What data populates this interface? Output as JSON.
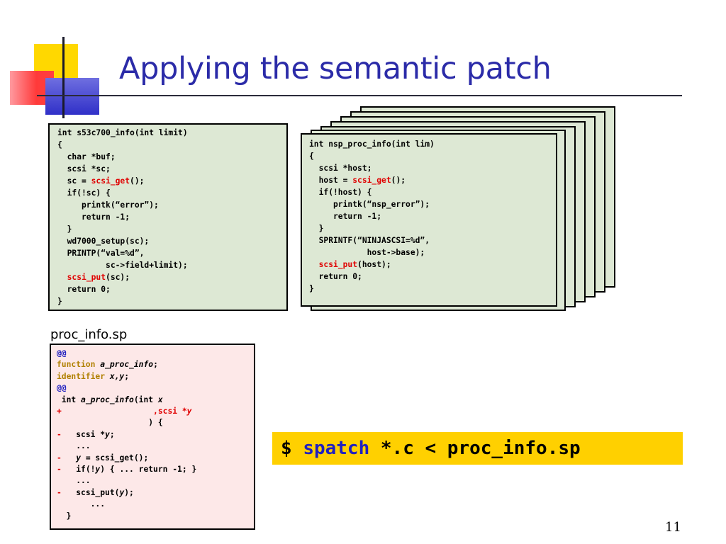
{
  "slide": {
    "title": "Applying the semantic patch",
    "page_number": "11"
  },
  "code_s53c700": [
    "int s53c700_info(int limit)",
    "{",
    "  char *buf;",
    "  scsi *sc;",
    {
      "pre": "  sc = ",
      "hl": "scsi_get",
      "post": "();"
    },
    "  if(!sc) {",
    "     printk(“error”);",
    "     return -1;",
    "  }",
    "  wd7000_setup(sc);",
    "  PRINTP(“val=%d”,",
    "          sc->field+limit);",
    {
      "pre": "  ",
      "hl": "scsi_put",
      "post": "(sc);"
    },
    "  return 0;",
    "}"
  ],
  "code_nsp": [
    "int nsp_proc_info(int lim)",
    "{",
    "  scsi *host;",
    {
      "pre": "  host = ",
      "hl": "scsi_get",
      "post": "();"
    },
    "  if(!host) {",
    "     printk(“nsp_error”);",
    "     return -1;",
    "  }",
    "  SPRINTF(“NINJASCSI=%d”,",
    "            host->base);",
    {
      "pre": "  ",
      "hl": "scsi_put",
      "post": "(host);"
    },
    "  return 0;",
    "}"
  ],
  "semantic_patch": {
    "filename": "proc_info.sp",
    "at1": "@@",
    "function_kw": "function",
    "function_name": "a_proc_info",
    "identifier_kw": "identifier",
    "identifiers": "x,y",
    "at2": "@@",
    "sig_pre": " int ",
    "sig_fn": "a_proc_info",
    "sig_mid": "(int ",
    "sig_x": "x",
    "add_plus": "+",
    "add_text": ",scsi *",
    "add_y": "y",
    "close_paren": "                   ) {",
    "l_scsi_minus": "-",
    "l_scsi": "   scsi *",
    "l_scsi_y": "y",
    "l_scsi_end": ";",
    "dots1": "    ...",
    "l_get_minus": "-",
    "l_get_y": "y",
    "l_get_rest": " = scsi_get();",
    "l_if_minus": "-",
    "l_if_pre": "   if(!",
    "l_if_y": "y",
    "l_if_rest": ") { ... return -1; }",
    "dots2": "    ...",
    "l_put_minus": "-",
    "l_put_pre": "   scsi_put(",
    "l_put_y": "y",
    "l_put_end": ");",
    "dots3": "       ...",
    "close_brace": "  }"
  },
  "command": {
    "prompt": "$ ",
    "tool": "spatch",
    "args": " *.c < proc_info.sp"
  }
}
